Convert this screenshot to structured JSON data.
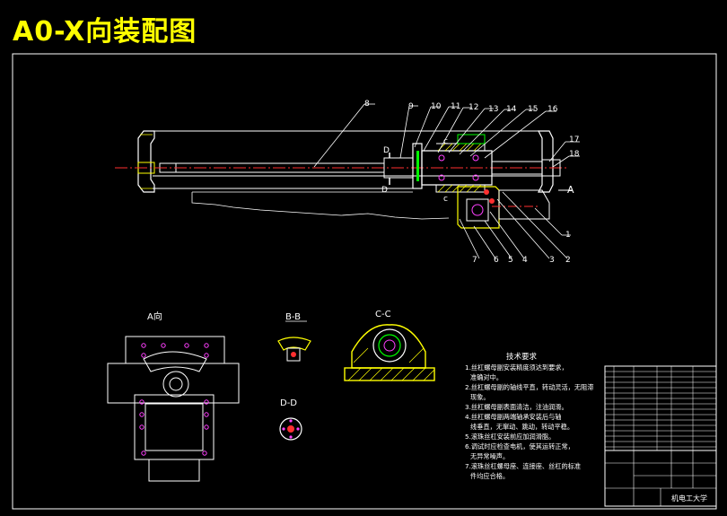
{
  "title": "A0-X向装配图",
  "part_numbers": [
    "1",
    "2",
    "3",
    "4",
    "5",
    "6",
    "7",
    "8",
    "9",
    "10",
    "11",
    "12",
    "13",
    "14",
    "15",
    "16",
    "17",
    "18"
  ],
  "section_labels": {
    "a_view": "A向",
    "bb": "B-B",
    "cc": "C-C",
    "dd": "D-D",
    "a_mark": "A",
    "d_mark_top": "D",
    "d_mark_bottom": "D",
    "c_mark_top": "c",
    "c_mark_bottom": "c"
  },
  "tech_requirements": {
    "heading": "技术要求",
    "lines": [
      "1.丝杠螺母副安装精度须达到要求，",
      "准确对中。",
      "2.丝杠螺母副的轴线平直，转动灵活，无阻滞",
      "现象。",
      "3.丝杠螺母副表面清洁，注油润滑。",
      "4.丝杠螺母副两端轴承安装后与轴",
      "线垂直，无窜动、跳动，转动平稳。",
      "5.滚珠丝杠安装前应加润滑脂。",
      "6.调试时应检查电机，使其运转正常，",
      "无异常噪声。",
      "7.滚珠丝杠螺母座、连接座、丝杠的标准",
      "件均应合格。"
    ]
  },
  "title_block": {
    "school": "机电工大学"
  },
  "colors": {
    "background": "#000000",
    "title": "#ffff00",
    "outline": "#ffffff",
    "centerline": "#ff3030",
    "yellow": "#ffff00",
    "green": "#00ff00",
    "magenta": "#ff40ff",
    "cyan": "#00ffff"
  }
}
